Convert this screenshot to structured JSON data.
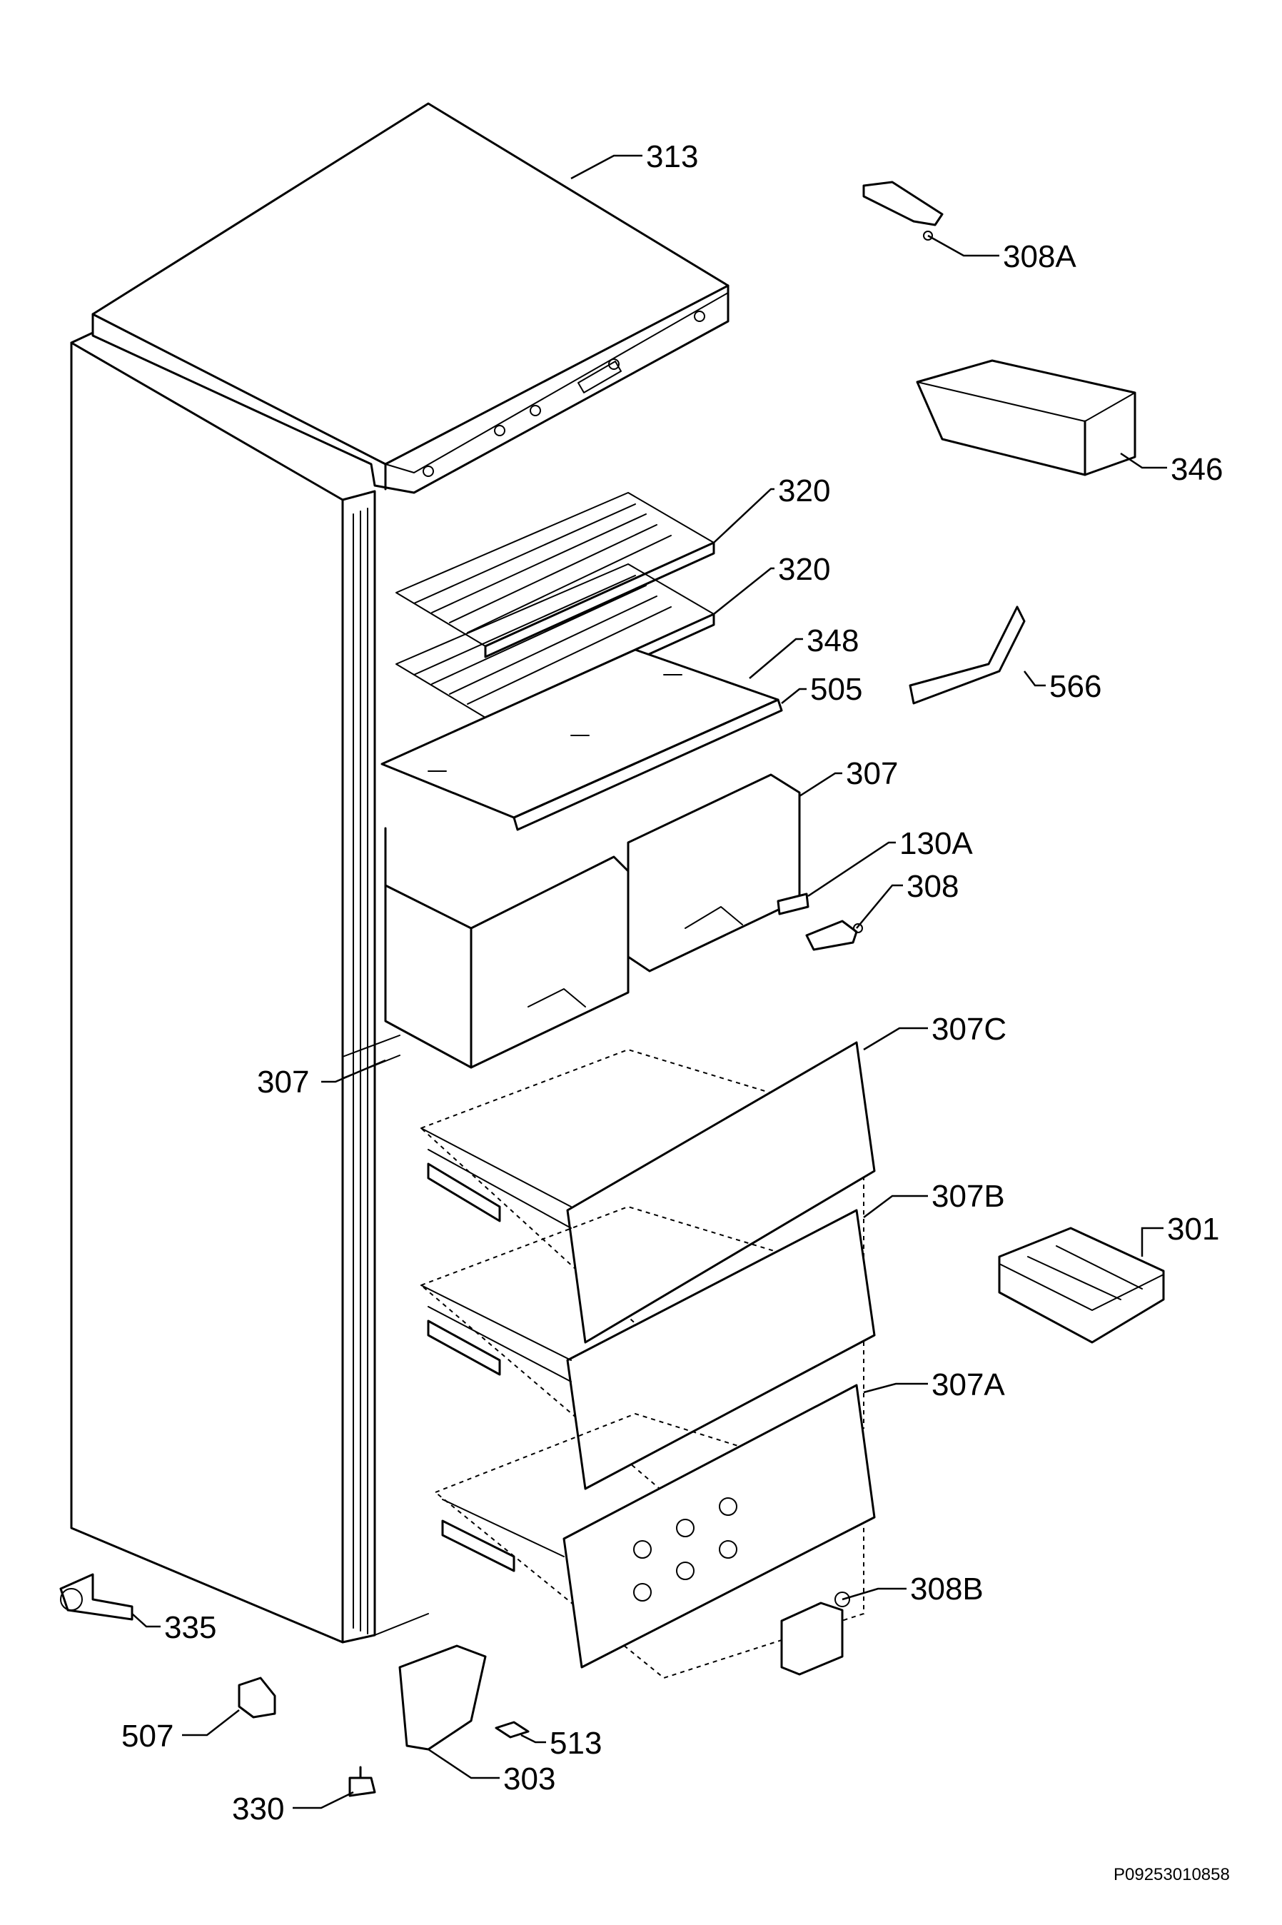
{
  "labels": {
    "p313": "313",
    "p308a": "308A",
    "p346": "346",
    "p320a": "320",
    "p320b": "320",
    "p348": "348",
    "p505": "505",
    "p566": "566",
    "p307a": "307",
    "p130a": "130A",
    "p308": "308",
    "p307c": "307C",
    "p307b": "307B",
    "p307": "307",
    "p301": "301",
    "p307ab": "307A",
    "p308b": "308B",
    "p335": "335",
    "p507": "507",
    "p513": "513",
    "p330": "330",
    "p303": "303"
  },
  "document_code": "P09253010858"
}
